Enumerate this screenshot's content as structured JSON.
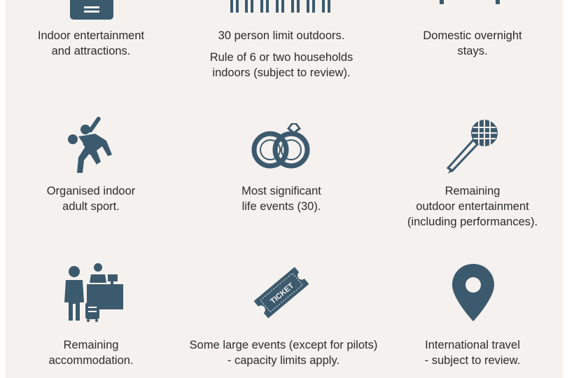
{
  "colors": {
    "icon": "#3c5a6e",
    "background": "#f5f1ee",
    "text": "#2c2c2c"
  },
  "row1": {
    "indoor_entertainment": {
      "line1": "Indoor entertainment",
      "line2": "and attractions.",
      "icon": "ticket-kiosk-icon"
    },
    "person_limit": {
      "line1": "30 person limit outdoors.",
      "sub_line1": "Rule of 6 or two households",
      "sub_line2": "indoors (subject to review).",
      "icon": "people-group-icon"
    },
    "overnight_stays": {
      "line1": "Domestic overnight",
      "line2": "stays.",
      "icon": "bed-icon"
    }
  },
  "row2": {
    "indoor_sport": {
      "line1": "Organised indoor",
      "line2": "adult sport.",
      "icon": "sport-players-icon"
    },
    "life_events": {
      "line1": "Most significant",
      "line2": "life events (30).",
      "icon": "wedding-rings-icon"
    },
    "outdoor_entertainment": {
      "line1": "Remaining",
      "line2": "outdoor entertainment",
      "line3": "(including performances).",
      "icon": "microphone-icon"
    }
  },
  "row3": {
    "accommodation": {
      "line1": "Remaining",
      "line2": "accommodation.",
      "icon": "hotel-reception-icon"
    },
    "large_events": {
      "line1": "Some large events (except for pilots)",
      "line2": "- capacity limits apply.",
      "ticket_text": "TICKET",
      "icon": "event-ticket-icon"
    },
    "international_travel": {
      "line1": "International travel",
      "line2": "- subject to review.",
      "icon": "location-pin-icon"
    }
  }
}
